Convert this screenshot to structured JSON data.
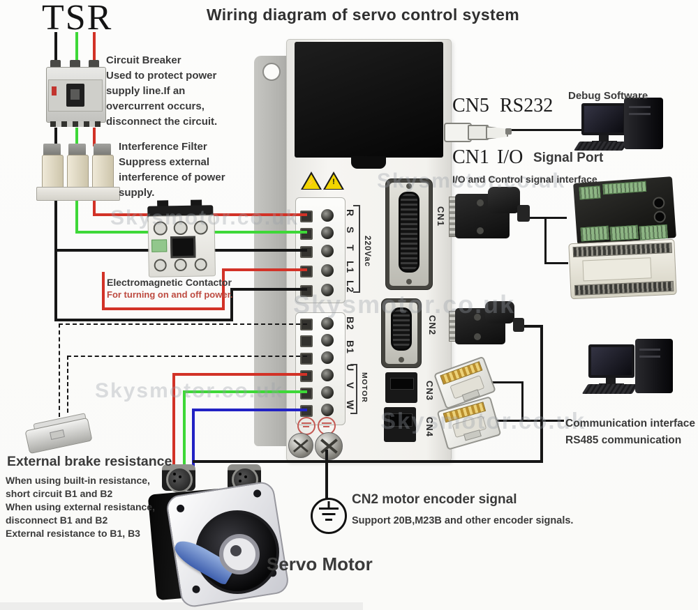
{
  "title": "Wiring diagram of servo control system",
  "brand": "TSR",
  "watermark": "Skysmotor.co.uk",
  "icons": {
    "high_voltage": "⚡",
    "caution": "!"
  },
  "callouts": {
    "breaker": {
      "title": "Circuit Breaker",
      "lines": [
        "Used to protect power",
        "supply line.If an",
        "overcurrent occurs,",
        "disconnect the circuit."
      ]
    },
    "filter": {
      "title": "Interference Filter",
      "lines": [
        "Suppress external",
        "interference of power",
        "supply."
      ]
    },
    "contactor": {
      "title": "Electromagnetic Contactor",
      "subtitle": "For turning on and off power."
    },
    "cn5": {
      "port": "CN5",
      "protocol": "RS232"
    },
    "debug": {
      "label": "Debug Software"
    },
    "cn1": {
      "port": "CN1",
      "io": "I/O",
      "suffix": "Signal Port",
      "subtitle": "I/O and Control signal interface"
    },
    "comm": {
      "line1": "Communication interface",
      "line2": "RS485 communication"
    },
    "brake": {
      "title": "External brake resistance",
      "lines": [
        "When using built-in resistance,",
        "short circuit B1 and B2",
        "When using external resistance,",
        "disconnect B1 and B2",
        "External resistance to B1, B3"
      ]
    },
    "encoder": {
      "title": "CN2 motor encoder signal",
      "subtitle": "Support 20B,M23B and other encoder signals."
    },
    "motor": {
      "label": "Servo Motor"
    }
  },
  "drive": {
    "voltage_label": "220Vac",
    "motor_bracket_label": "MOTOR",
    "power_terminals": [
      "R",
      "S",
      "T",
      "L1",
      "L2"
    ],
    "motor_terminals": [
      "B2",
      "B1",
      "U",
      "V",
      "W"
    ],
    "ports": [
      "CN1",
      "CN2",
      "CN3",
      "CN4"
    ]
  },
  "colors": {
    "wire_red": "#d23227",
    "wire_green": "#3ed838",
    "wire_black": "#161616",
    "wire_blue": "#2222c4",
    "warning_yellow": "#f2d500",
    "accent_text_red": "#bd4a40"
  }
}
